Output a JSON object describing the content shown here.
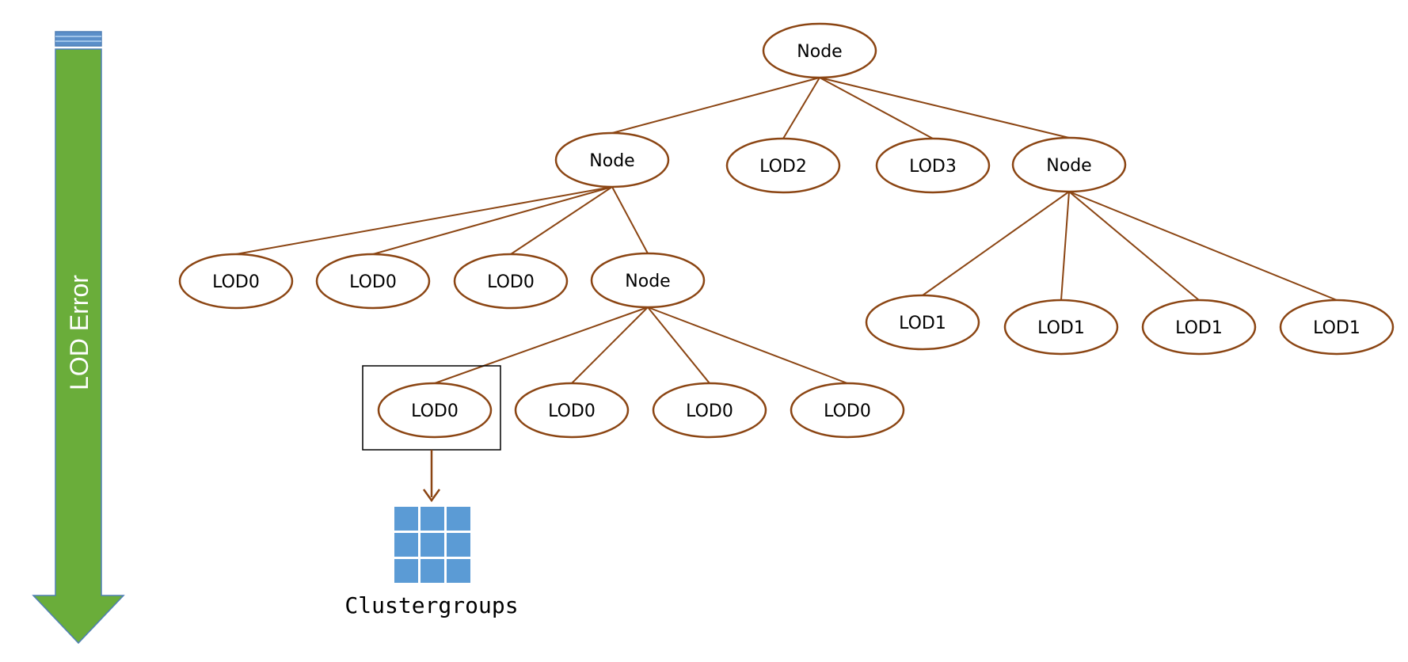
{
  "colors": {
    "edge": "#8B4513",
    "node_stroke": "#8B4513",
    "arrow_fill": "#6AAD3A",
    "arrow_stroke": "#4F7FB5",
    "cluster_fill": "#5B9BD5"
  },
  "error_arrow": {
    "label": "LOD Error"
  },
  "caption": {
    "clustergroups": "Clustergroups"
  },
  "nodes": [
    {
      "id": "root",
      "label": "Node"
    },
    {
      "id": "n1",
      "label": "Node"
    },
    {
      "id": "lod2",
      "label": "LOD2"
    },
    {
      "id": "lod3",
      "label": "LOD3"
    },
    {
      "id": "n2",
      "label": "Node"
    },
    {
      "id": "a1",
      "label": "LOD0"
    },
    {
      "id": "a2",
      "label": "LOD0"
    },
    {
      "id": "a3",
      "label": "LOD0"
    },
    {
      "id": "n3",
      "label": "Node"
    },
    {
      "id": "b1",
      "label": "LOD0"
    },
    {
      "id": "b2",
      "label": "LOD0"
    },
    {
      "id": "b3",
      "label": "LOD0"
    },
    {
      "id": "b4",
      "label": "LOD0"
    },
    {
      "id": "c1",
      "label": "LOD1"
    },
    {
      "id": "c2",
      "label": "LOD1"
    },
    {
      "id": "c3",
      "label": "LOD1"
    },
    {
      "id": "c4",
      "label": "LOD1"
    }
  ],
  "edges": [
    [
      "root",
      "n1"
    ],
    [
      "root",
      "lod2"
    ],
    [
      "root",
      "lod3"
    ],
    [
      "root",
      "n2"
    ],
    [
      "n1",
      "a1"
    ],
    [
      "n1",
      "a2"
    ],
    [
      "n1",
      "a3"
    ],
    [
      "n1",
      "n3"
    ],
    [
      "n3",
      "b1"
    ],
    [
      "n3",
      "b2"
    ],
    [
      "n3",
      "b3"
    ],
    [
      "n3",
      "b4"
    ],
    [
      "n2",
      "c1"
    ],
    [
      "n2",
      "c2"
    ],
    [
      "n2",
      "c3"
    ],
    [
      "n2",
      "c4"
    ]
  ],
  "highlighted_node": "b1"
}
